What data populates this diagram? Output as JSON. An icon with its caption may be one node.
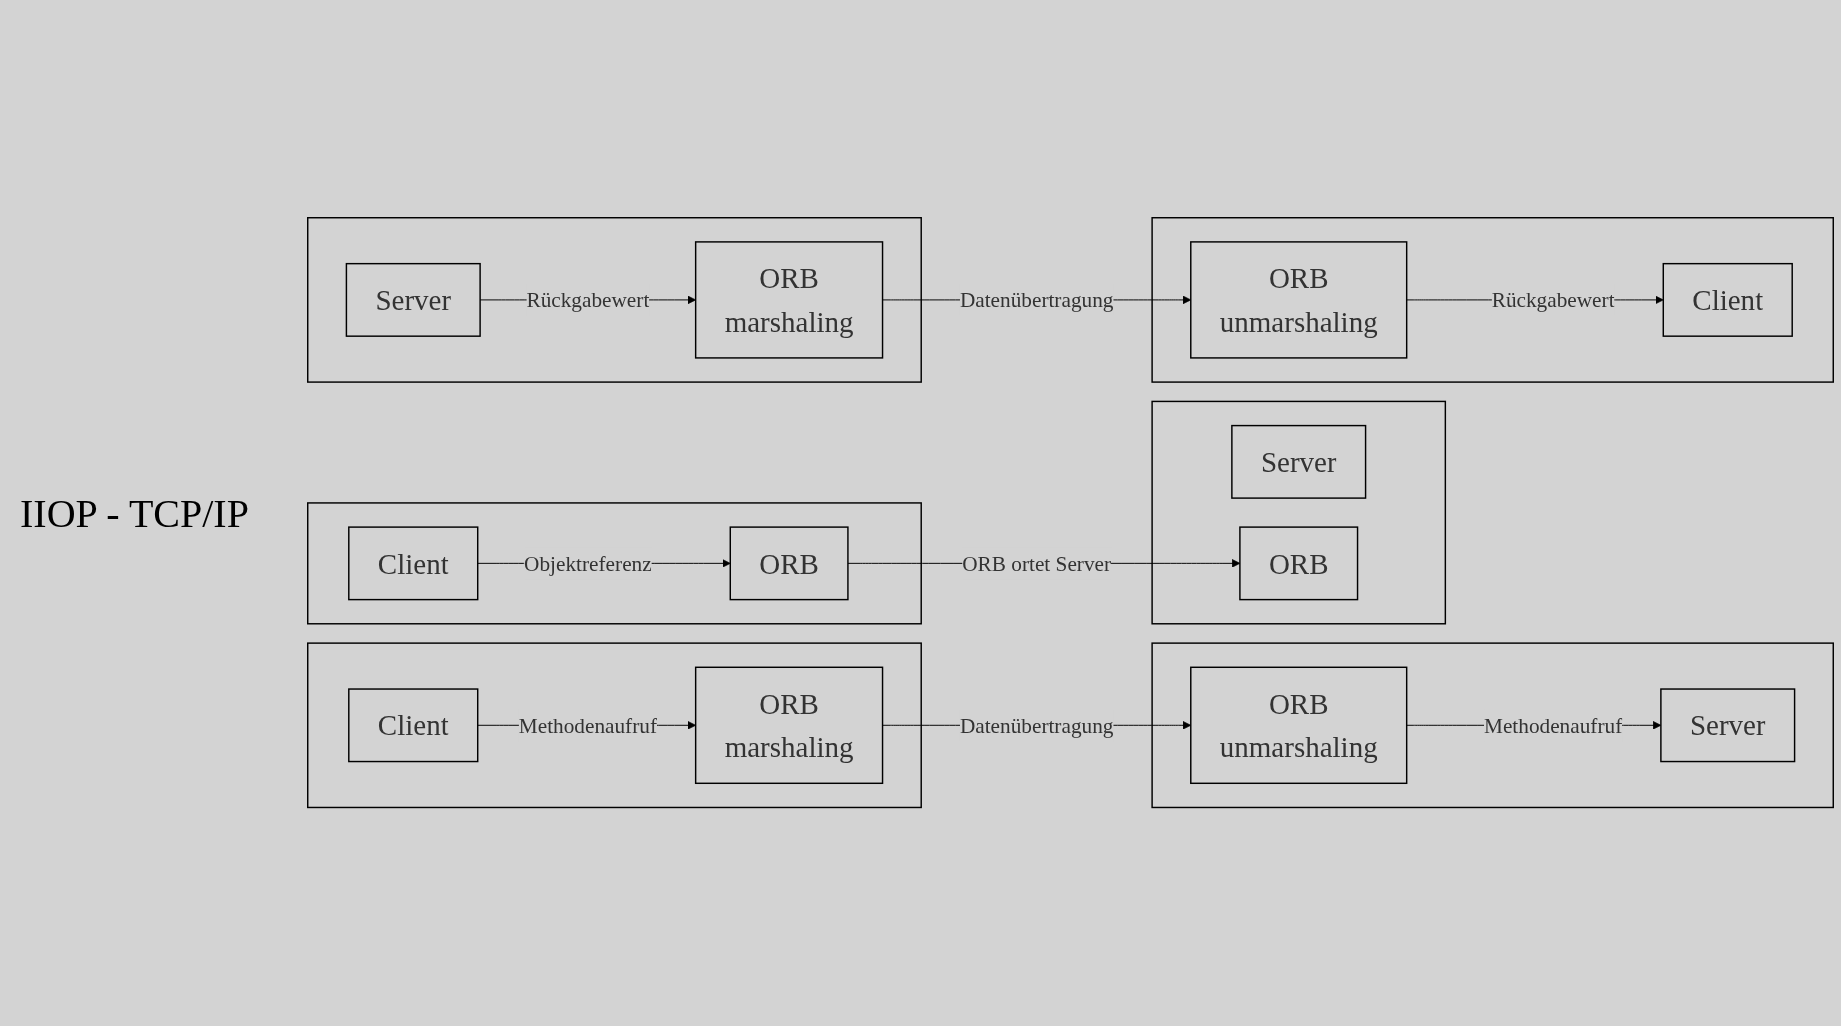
{
  "diagram": {
    "nodes": [
      {
        "text": [],
        "shape": "box"
      },
      {
        "text": [
          "Client"
        ],
        "in": 0
      },
      {
        "text": [
          "ORB"
        ],
        "in": 0
      },
      {
        "text": [],
        "shape": "box"
      },
      {
        "text": [
          "Server"
        ],
        "in": 3
      },
      {
        "text": [
          "ORB"
        ],
        "in": 3
      },
      {
        "text": [],
        "shape": "box"
      },
      {
        "text": [
          "Client"
        ],
        "in": 6
      },
      {
        "text": [
          "ORB",
          "marshaling"
        ],
        "in": 6
      },
      {
        "text": [],
        "shape": "box"
      },
      {
        "text": [
          "Server"
        ],
        "in": 9
      },
      {
        "text": [
          "ORB",
          "unmarshaling"
        ],
        "in": 9
      },
      {
        "text": [],
        "shape": "box"
      },
      {
        "text": [
          "Client"
        ],
        "in": 12
      },
      {
        "text": [
          "ORB",
          "unmarshaling"
        ],
        "in": 12
      },
      {
        "text": [],
        "shape": "box"
      },
      {
        "text": [
          "Server"
        ],
        "in": 15
      },
      {
        "text": [
          "ORB",
          "marshaling"
        ],
        "in": 15
      }
    ],
    "edges": [
      {
        "from": 1,
        "to": 2,
        "arrow": "to",
        "label": "Objektreferenz"
      },
      {
        "from": 2,
        "to": 5,
        "arrow": "to",
        "label": "ORB ortet Server"
      },
      {
        "from": 7,
        "to": 8,
        "arrow": "to",
        "label": "Methodenaufruf"
      },
      {
        "from": 8,
        "to": 11,
        "arrow": "to",
        "label": "Datenübertragung"
      },
      {
        "from": 11,
        "to": 10,
        "arrow": "to",
        "label": "Methodenaufruf"
      },
      {
        "from": 16,
        "to": 17,
        "arrow": "to",
        "label": "Rückgabewert"
      },
      {
        "from": 17,
        "to": 14,
        "arrow": "to",
        "label": "Datenübertragung"
      },
      {
        "from": 14,
        "to": 13,
        "arrow": "to",
        "label": "Rückgabewert"
      }
    ],
    "labels": [
      "IIOP - TCP/IP"
    ]
  }
}
